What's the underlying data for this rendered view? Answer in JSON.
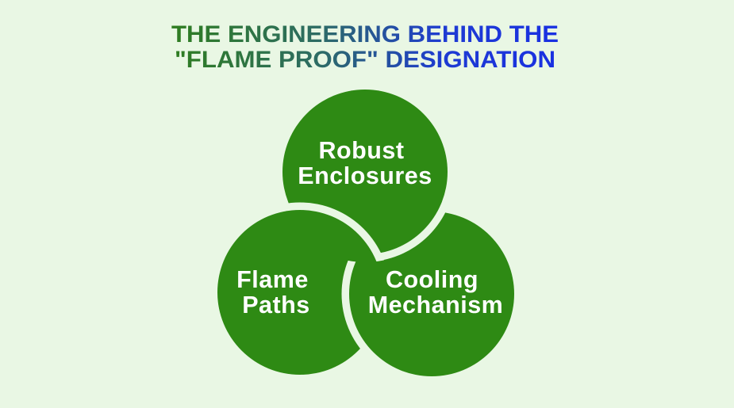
{
  "title": {
    "line1": "THE ENGINEERING BEHIND THE",
    "line2": "\"FLAME PROOF\" DESIGNATION",
    "gradient_colors": {
      "start_green": "#2E7D1F",
      "mid_teal": "#2D6C64",
      "blue": "#1E3BD2",
      "end_blue": "#1930E2"
    }
  },
  "diagram": {
    "circles": [
      {
        "id": "robust-enclosures",
        "label_line1": "Robust",
        "label_line2": "Enclosures"
      },
      {
        "id": "flame-paths",
        "label_line1": "Flame",
        "label_line2": "Paths"
      },
      {
        "id": "cooling-mechanism",
        "label_line1": "Cooling",
        "label_line2": "Mechanism"
      }
    ]
  },
  "colors": {
    "background": "#E9F7E4",
    "circle_green": "#2E8A14",
    "circle_gap": "#E9F7E4",
    "label_text": "#FFFFFF"
  }
}
